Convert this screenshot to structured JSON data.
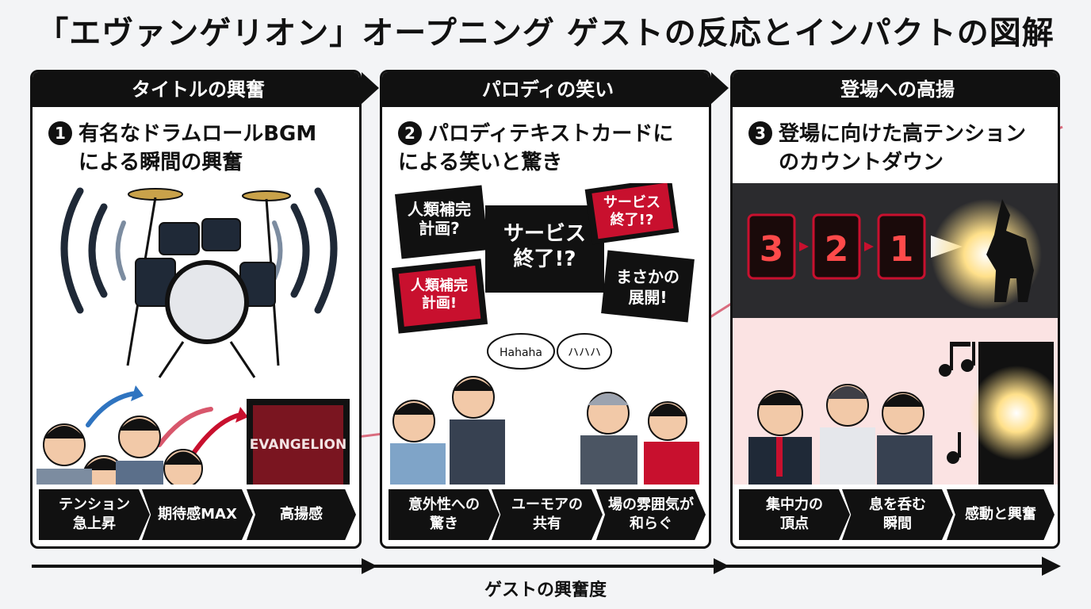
{
  "title": "「エヴァンゲリオン」オープニング ゲストの反応とインパクトの図解",
  "axis_label": "ゲストの興奮度",
  "colors": {
    "dark": "#111111",
    "accent": "#c8102e",
    "blue": "#2f74c0"
  },
  "panels": [
    {
      "header": "タイトルの興奮",
      "number": "1",
      "subtitle_line1": "有名なドラムロールBGM",
      "subtitle_line2": "による瞬間の興奮",
      "tv_text": "EVANGELION",
      "icons": [
        "drum-kit-icon",
        "sound-wave-icon",
        "tv-icon",
        "crowd-icon"
      ],
      "chevrons": [
        "テンション\n急上昇",
        "期待感MAX",
        "高揚感"
      ]
    },
    {
      "header": "パロディの笑い",
      "number": "2",
      "subtitle_line1": "パロディテキストカードに",
      "subtitle_line2": "による笑いと驚き",
      "cards": [
        "人類補完\n計画?",
        "サービス\n終了!?",
        "サービス\n終了!?",
        "人類補完\n計画!",
        "まさかの\n展開!"
      ],
      "bubbles": [
        "Hahaha",
        "ハハハ"
      ],
      "icons": [
        "film-card-icon",
        "speech-bubble-icon",
        "laughing-crowd-icon"
      ],
      "chevrons": [
        "意外性への\n驚き",
        "ユーモアの\n共有",
        "場の雰囲気が\n和らぐ"
      ]
    },
    {
      "header": "登場への高揚",
      "number": "3",
      "subtitle_line1": "登場に向けた高テンション",
      "subtitle_line2": "のカウントダウン",
      "countdown": [
        "3",
        "2",
        "1"
      ],
      "icons": [
        "countdown-icon",
        "robot-silhouette-icon",
        "music-note-icon",
        "tv-flash-icon"
      ],
      "chevrons": [
        "集中力の\n頂点",
        "息を呑む\n瞬間",
        "感動と興奮"
      ]
    }
  ]
}
